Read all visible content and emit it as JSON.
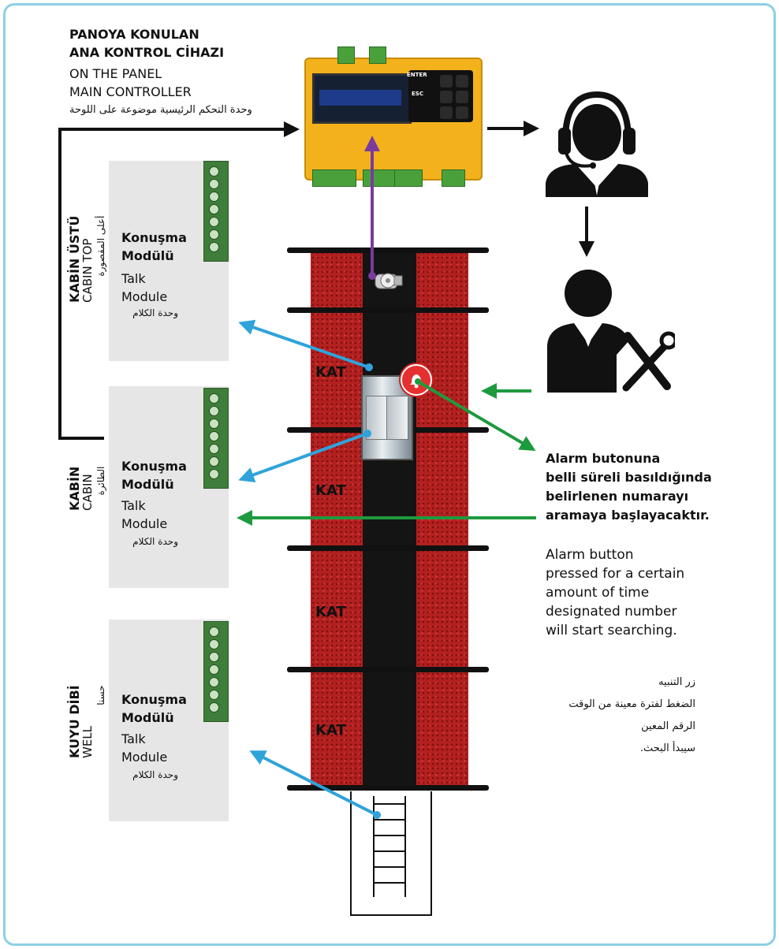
{
  "colors": {
    "frame": "#8dd0e4",
    "panel": "#e6e6e6",
    "controller": "#f3b11c",
    "shaft_wall": "#b32020",
    "arrow_blue": "#2fa3da",
    "arrow_green": "#1e9a3e",
    "arrow_purple": "#7b3a9c",
    "alarm_red": "#e63030"
  },
  "controller": {
    "title_tr_line1": "PANOYA KONULAN",
    "title_tr_line2": "ANA KONTROL CİHAZI",
    "title_en_line1": "ON THE PANEL",
    "title_en_line2": "MAIN CONTROLLER",
    "title_ar": "وحدة التحكم الرئيسية موضوعة على اللوحة",
    "key_enter": "ENTER",
    "key_esc": "ESC"
  },
  "modules": [
    {
      "location_tr": "KABİN ÜSTÜ",
      "location_en": "CABIN TOP",
      "location_ar": "أعلى المقصورة",
      "title_tr_line1": "Konuşma",
      "title_tr_line2": "Modülü",
      "title_en_line1": "Talk",
      "title_en_line2": "Module",
      "title_ar": "وحدة الكلام"
    },
    {
      "location_tr": "KABİN",
      "location_en": "CABIN",
      "location_ar": "الطائرة",
      "title_tr_line1": "Konuşma",
      "title_tr_line2": "Modülü",
      "title_en_line1": "Talk",
      "title_en_line2": "Module",
      "title_ar": "وحدة الكلام"
    },
    {
      "location_tr": "KUYU DİBİ",
      "location_en": "WELL",
      "location_ar": "حسنا",
      "title_tr_line1": "Konuşma",
      "title_tr_line2": "Modülü",
      "title_en_line1": "Talk",
      "title_en_line2": "Module",
      "title_ar": "وحدة الكلام"
    }
  ],
  "shaft": {
    "floor_label": "KAT"
  },
  "icons": {
    "operator": "headset-operator-icon",
    "technician": "technician-tools-icon",
    "alarm": "alarm-bell-icon"
  },
  "alarm_note": {
    "tr_line1": "Alarm butonuna",
    "tr_line2": "belli süreli basıldığında",
    "tr_line3": "belirlenen numarayı",
    "tr_line4": "aramaya başlayacaktır.",
    "en_line1": "Alarm button",
    "en_line2": "pressed for a certain",
    "en_line3": "amount of time",
    "en_line4": "designated number",
    "en_line5": "will start searching.",
    "ar_line1": "زر التنبيه",
    "ar_line2": "الضغط لفترة معينة من الوقت",
    "ar_line3": "الرقم المعين",
    "ar_line4": "سيبدأ البحث."
  }
}
